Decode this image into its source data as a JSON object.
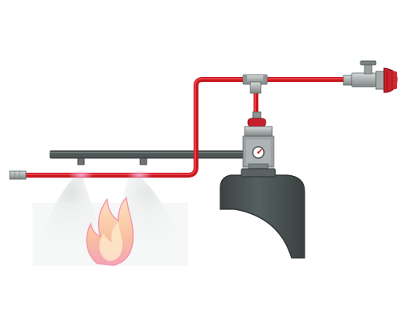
{
  "diagram": {
    "type": "fire-suppression-system-illustration",
    "labels": [],
    "colors": {
      "tube": "#e0202a",
      "tube_highlight": "#ff6a6a",
      "cylinder": "#4a5050",
      "cylinder_edge": "#2b2f2f",
      "rail": "#4f5656",
      "rail_edge": "#2d3131",
      "valve_metal": "#b9bebe",
      "valve_dark": "#6d7373",
      "valve_red": "#c8202a",
      "spray": "#e6e8e8",
      "flame_outer": "#f7b39a",
      "flame_inner": "#fde6c8",
      "nozzle_glow": "#f2a0c8"
    },
    "components": [
      {
        "name": "detection-tube",
        "icon": "red-tube"
      },
      {
        "name": "end-of-line-valve",
        "icon": "valve-red-knob"
      },
      {
        "name": "tee-fitting",
        "icon": "tee"
      },
      {
        "name": "cylinder-valve",
        "icon": "gauge-valve"
      },
      {
        "name": "agent-cylinder",
        "icon": "cylinder"
      },
      {
        "name": "discharge-rail",
        "icon": "pipe"
      },
      {
        "name": "nozzle",
        "icon": "nozzle"
      },
      {
        "name": "end-cap",
        "icon": "tube-end"
      },
      {
        "name": "fire",
        "icon": "flame"
      }
    ]
  }
}
